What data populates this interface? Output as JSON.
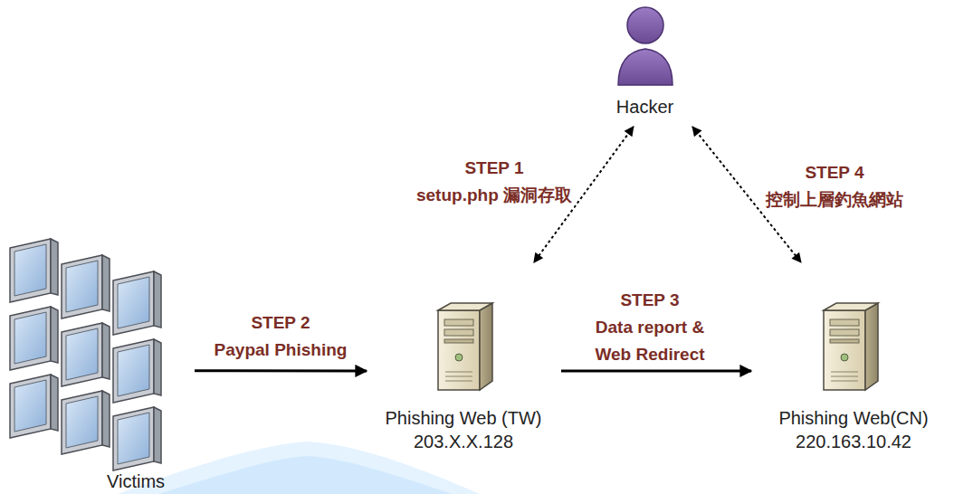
{
  "diagram": {
    "nodes": [
      {
        "text": [
          "Hacker"
        ]
      },
      {
        "text": [
          "Victims"
        ]
      },
      {
        "text": [
          "Phishing Web (TW)",
          "203.X.X.128"
        ]
      },
      {
        "text": [
          "Phishing Web(CN)",
          "220.163.10.42"
        ]
      }
    ],
    "edges": [
      {
        "from": 0,
        "to": 2,
        "label": "STEP 1 setup.php 漏洞存取",
        "arrow": "both"
      },
      {
        "from": 1,
        "to": 2,
        "label": "STEP 2 Paypal Phishing",
        "arrow": "to"
      },
      {
        "from": 2,
        "to": 3,
        "label": "STEP 3 Data report & Web Redirect",
        "arrow": "to"
      },
      {
        "from": 0,
        "to": 3,
        "label": "STEP 4 控制上層釣魚網站",
        "arrow": "both"
      }
    ]
  }
}
